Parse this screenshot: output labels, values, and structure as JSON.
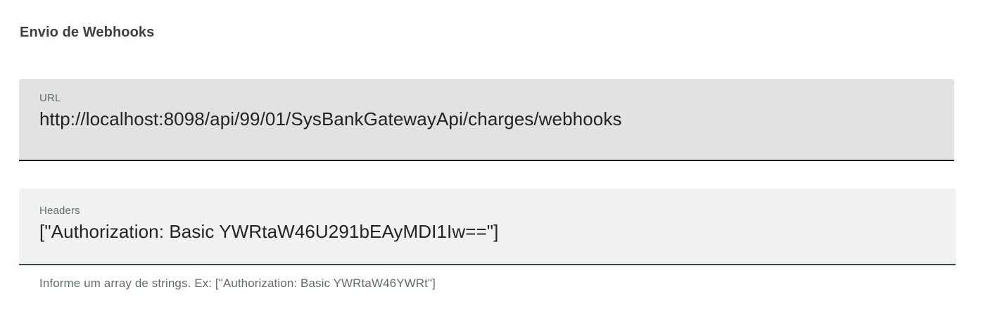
{
  "section": {
    "title": "Envio de Webhooks"
  },
  "fields": {
    "url": {
      "label": "URL",
      "value": "http://localhost:8098/api/99/01/SysBankGatewayApi/charges/webhooks",
      "placeholder": "URL",
      "underline_color": "#16191a",
      "background_color": "#e1e3e1"
    },
    "headers": {
      "label": "Headers",
      "value": "[\"Authorization: Basic YWRtaW46U291bEAyMDI1Iw==\"]",
      "placeholder": "Headers",
      "helper_text": "Informe um array de strings. Ex: [\"Authorization: Basic YWRtaW46YWRt\"]",
      "underline_color": "#3b494c",
      "background_color": "#f0f2f1"
    }
  },
  "colors": {
    "page_background": "#ffffff",
    "title_text": "#3c4043",
    "label_text": "#5f6b6d",
    "value_text": "#1f2324",
    "helper_text": "#5f6b6d"
  }
}
